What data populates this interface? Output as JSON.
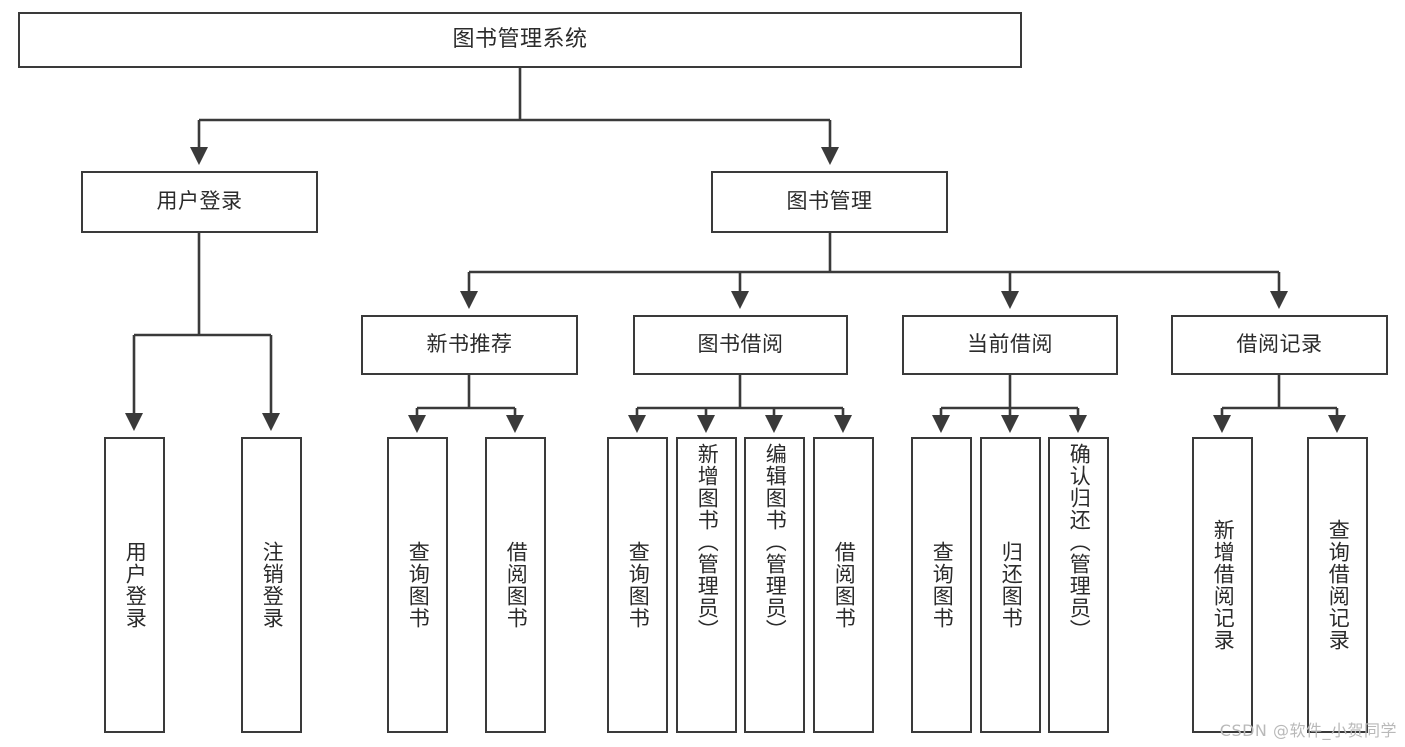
{
  "diagram": {
    "title": "图书管理系统",
    "type": "tree",
    "watermark": "CSDN @软件_小贺同学",
    "colors": {
      "box_border": "#3a3a3a",
      "box_fill": "#ffffff",
      "edge": "#3a3a3a",
      "text": "#2b2b2b",
      "watermark": "#b9b9b9"
    },
    "root": {
      "id": "root",
      "label": "图书管理系统"
    },
    "level1": [
      {
        "id": "user-login",
        "label": "用户登录"
      },
      {
        "id": "book-manage",
        "label": "图书管理"
      }
    ],
    "level2": [
      {
        "id": "new-book-recommend",
        "label": "新书推荐",
        "parent": "book-manage"
      },
      {
        "id": "book-borrow",
        "label": "图书借阅",
        "parent": "book-manage"
      },
      {
        "id": "current-borrow",
        "label": "当前借阅",
        "parent": "book-manage"
      },
      {
        "id": "borrow-record",
        "label": "借阅记录",
        "parent": "book-manage"
      }
    ],
    "leaves": [
      {
        "id": "leaf-user-login",
        "label": "用户登录",
        "parent": "user-login"
      },
      {
        "id": "leaf-logout",
        "label": "注销登录",
        "parent": "user-login"
      },
      {
        "id": "leaf-query-book-1",
        "label": "查询图书",
        "parent": "new-book-recommend"
      },
      {
        "id": "leaf-borrow-book-1",
        "label": "借阅图书",
        "parent": "new-book-recommend"
      },
      {
        "id": "leaf-query-book-2",
        "label": "查询图书",
        "parent": "book-borrow"
      },
      {
        "id": "leaf-add-book",
        "label": "新增图书（管理员）",
        "parent": "book-borrow"
      },
      {
        "id": "leaf-edit-book",
        "label": "编辑图书（管理员）",
        "parent": "book-borrow"
      },
      {
        "id": "leaf-borrow-book-2",
        "label": "借阅图书",
        "parent": "book-borrow"
      },
      {
        "id": "leaf-query-book-3",
        "label": "查询图书",
        "parent": "current-borrow"
      },
      {
        "id": "leaf-return-book",
        "label": "归还图书",
        "parent": "current-borrow"
      },
      {
        "id": "leaf-confirm-return",
        "label": "确认归还（管理员）",
        "parent": "current-borrow"
      },
      {
        "id": "leaf-add-record",
        "label": "新增借阅记录",
        "parent": "borrow-record"
      },
      {
        "id": "leaf-query-record",
        "label": "查询借阅记录",
        "parent": "borrow-record"
      }
    ]
  }
}
